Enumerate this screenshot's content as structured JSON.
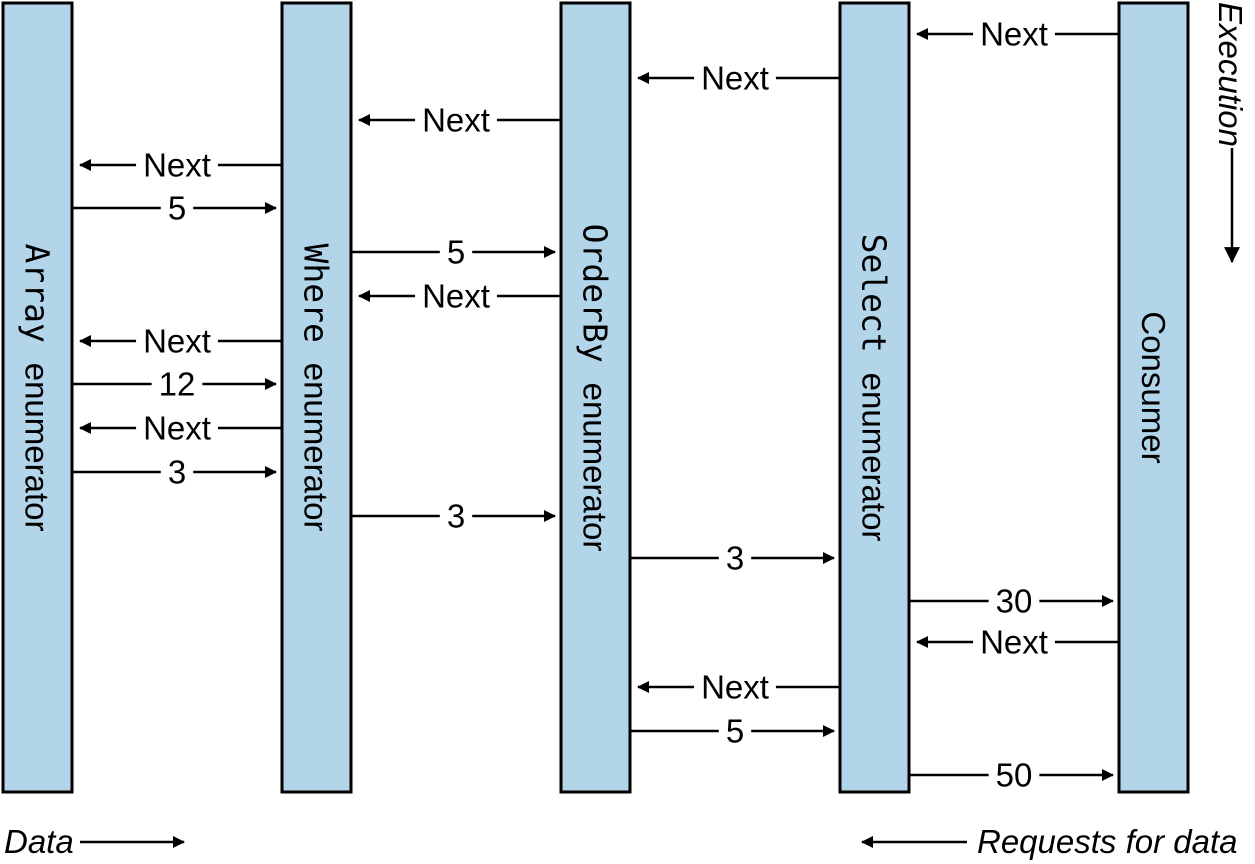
{
  "lanes": [
    {
      "id": "array",
      "label": "Array enumerator",
      "font": "mono-sans"
    },
    {
      "id": "where",
      "label": "Where enumerator",
      "font": "mono-sans"
    },
    {
      "id": "orderby",
      "label": "OrderBy enumerator",
      "font": "mono-sans"
    },
    {
      "id": "select",
      "label": "Select enumerator",
      "font": "mono-sans"
    },
    {
      "id": "consumer",
      "label": "Consumer",
      "font": "sans"
    }
  ],
  "messages": [
    {
      "label": "Next",
      "from": "consumer",
      "to": "select"
    },
    {
      "label": "Next",
      "from": "select",
      "to": "orderby"
    },
    {
      "label": "Next",
      "from": "orderby",
      "to": "where"
    },
    {
      "label": "Next",
      "from": "where",
      "to": "array"
    },
    {
      "label": "5",
      "from": "array",
      "to": "where"
    },
    {
      "label": "5",
      "from": "where",
      "to": "orderby"
    },
    {
      "label": "Next",
      "from": "orderby",
      "to": "where"
    },
    {
      "label": "Next",
      "from": "where",
      "to": "array"
    },
    {
      "label": "12",
      "from": "array",
      "to": "where"
    },
    {
      "label": "Next",
      "from": "where",
      "to": "array"
    },
    {
      "label": "3",
      "from": "array",
      "to": "where"
    },
    {
      "label": "3",
      "from": "where",
      "to": "orderby"
    },
    {
      "label": "3",
      "from": "orderby",
      "to": "select"
    },
    {
      "label": "30",
      "from": "select",
      "to": "consumer"
    },
    {
      "label": "Next",
      "from": "consumer",
      "to": "select"
    },
    {
      "label": "Next",
      "from": "select",
      "to": "orderby"
    },
    {
      "label": "5",
      "from": "orderby",
      "to": "select"
    },
    {
      "label": "50",
      "from": "select",
      "to": "consumer"
    }
  ],
  "legend": {
    "data": "Data",
    "requests": "Requests for data",
    "execution": "Execution"
  },
  "colors": {
    "bar_fill": "#b3d5ea",
    "stroke": "#000000"
  }
}
